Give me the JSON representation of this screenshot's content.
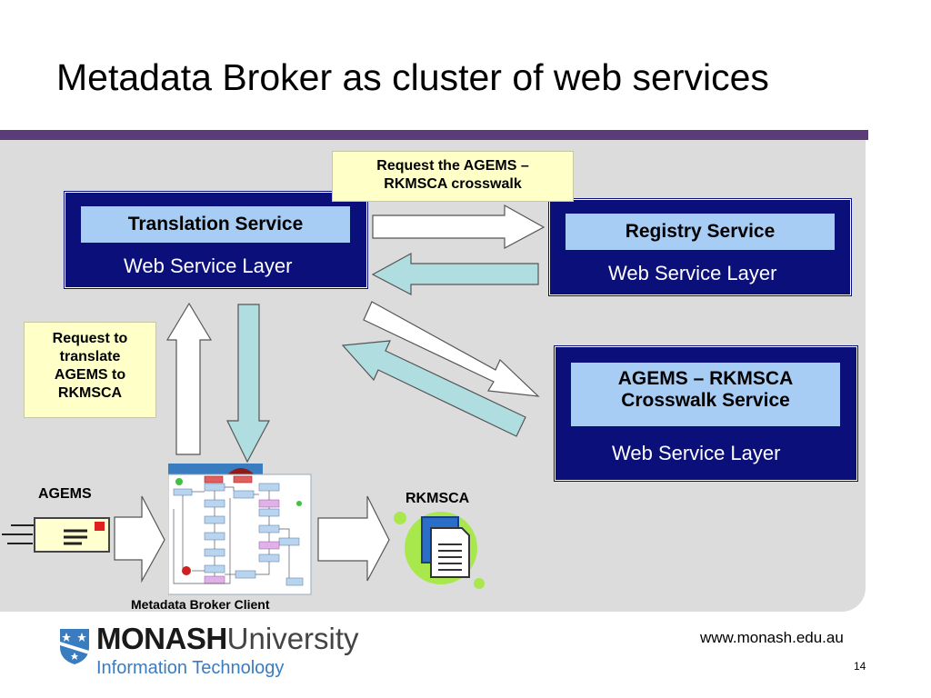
{
  "title": "Metadata Broker as cluster of web services",
  "services": {
    "translation": {
      "label": "Translation Service",
      "layer": "Web Service Layer"
    },
    "registry": {
      "label": "Registry Service",
      "layer": "Web Service Layer"
    },
    "crosswalk": {
      "label_line1": "AGEMS – RKMSCA",
      "label_line2": "Crosswalk Service",
      "layer": "Web Service Layer"
    }
  },
  "notes": {
    "request_crosswalk": {
      "line1": "Request the AGEMS –",
      "line2": "RKMSCA crosswalk"
    },
    "request_translate": {
      "line1": "Request to",
      "line2": "translate",
      "line3": "AGEMS to",
      "line4": "RKMSCA"
    }
  },
  "labels": {
    "agems": "AGEMS",
    "rkmsca": "RKMSCA",
    "client": "Metadata Broker Client"
  },
  "footer": {
    "logo_main_bold": "MONASH",
    "logo_main_light": "University",
    "logo_sub": "Information Technology",
    "url": "www.monash.edu.au",
    "page_number": "14"
  },
  "colors": {
    "service_box": "#0b0f7a",
    "service_label": "#a8cdf5",
    "note_bg": "#ffffc8",
    "panel_bg": "#dcdcdc",
    "top_bar": "#5b3b78",
    "arrow_return": "#b0dde0",
    "logo_blue": "#3a7cc0"
  }
}
